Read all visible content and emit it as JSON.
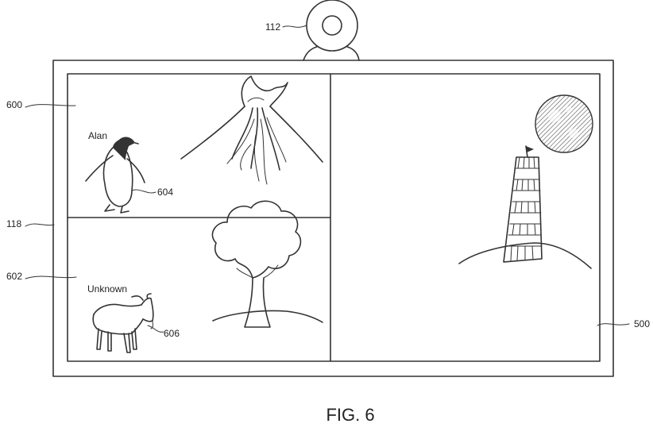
{
  "references": {
    "camera": "112",
    "first_pane": "600",
    "display": "118",
    "second_pane": "602",
    "main_pane": "500",
    "penguin": "604",
    "goat": "606"
  },
  "panes": {
    "first_label": "Alan",
    "second_label": "Unknown"
  },
  "caption": "FIG. 6",
  "icons": [
    "camera-icon",
    "volcano-icon",
    "penguin-icon",
    "tree-icon",
    "goat-icon",
    "tower-icon",
    "moon-icon"
  ]
}
